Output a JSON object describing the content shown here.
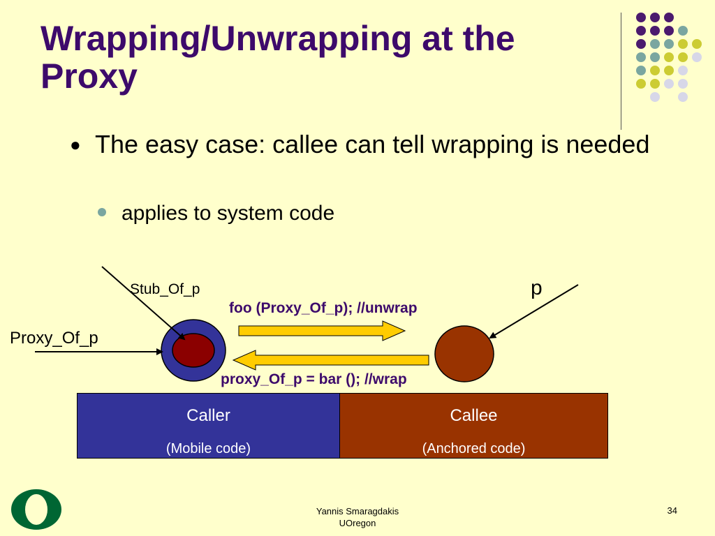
{
  "slide": {
    "title": "Wrapping/Unwrapping at the Proxy",
    "bullet1": "The easy case: callee can tell wrapping is needed",
    "bullet2": "applies to system code",
    "page_number": "34"
  },
  "diagram": {
    "stub_label": "Stub_Of_p",
    "proxy_label": "Proxy_Of_p",
    "p_label": "p",
    "call_code_bold": "foo (Proxy_Of_p);",
    "call_comment": " //unwrap",
    "return_code_bold": "proxy_Of_p = bar ();",
    "return_comment": " //wrap",
    "caller_title": "Caller",
    "caller_sub": "(Mobile code)",
    "callee_title": "Callee",
    "callee_sub": "(Anchored code)"
  },
  "footer": {
    "author": "Yannis Smaragdakis",
    "org": "UOregon"
  },
  "colors": {
    "title": "#3d0a6b",
    "background": "#ffffcc",
    "caller_box": "#333399",
    "callee_box": "#993300",
    "arrow_fill": "#ffcc00",
    "logo_green": "#006633"
  },
  "icons": {
    "logo": "oregon-o-logo",
    "decoration": "dot-grid-decoration"
  }
}
